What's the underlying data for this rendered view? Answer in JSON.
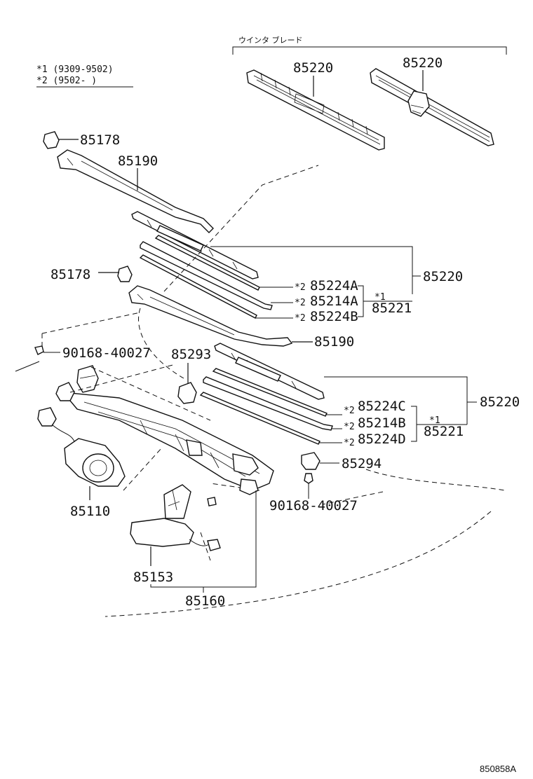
{
  "legend": {
    "note1": "*1  (9309-9502)",
    "note2": "*2  (9502-     )"
  },
  "header_jp": "ウインタ ブレード",
  "labels": {
    "blade_left": "85220",
    "blade_right": "85220",
    "cap_top": "85178",
    "arm_top": "85190",
    "blade_set_top": "85220",
    "cap_mid": "85178",
    "rubber_224a": "85224A",
    "rubber_214a": "85214A",
    "rubber_224b": "85224B",
    "marker_224a": "*2",
    "marker_214a": "*2",
    "marker_224b": "*2",
    "set_221_top": "85221",
    "marker_221_top": "*1",
    "arm_mid": "85190",
    "screw_left": "90168-40027",
    "cover_293": "85293",
    "blade_set_bottom": "85220",
    "rubber_224c": "85224C",
    "rubber_214b": "85214B",
    "rubber_224d": "85224D",
    "marker_224c": "*2",
    "marker_214b": "*2",
    "marker_224d": "*2",
    "set_221_bottom": "85221",
    "marker_221_bottom": "*1",
    "cover_294": "85294",
    "screw_right": "90168-40027",
    "motor": "85110",
    "motor_sub": "85153",
    "link_assy": "85160"
  },
  "figure_code": "850858A"
}
